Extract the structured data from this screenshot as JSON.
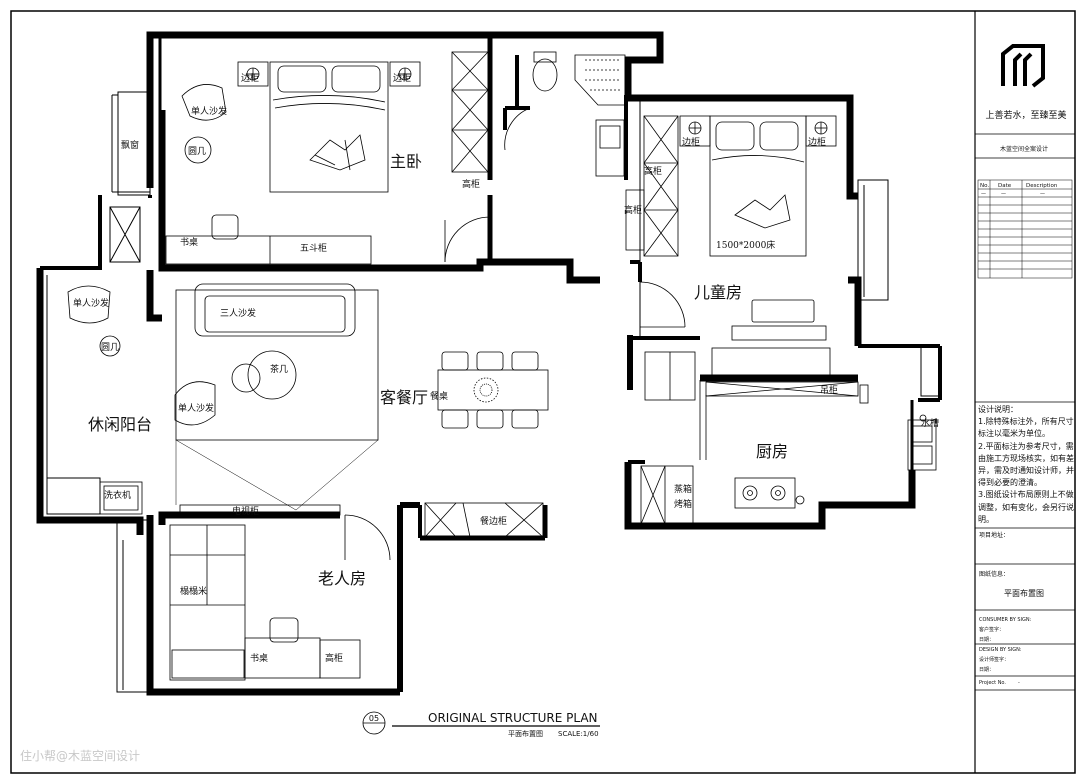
{
  "title_block": {
    "slogan": "上善若水，至臻至美",
    "company": "木蓝空间全案设计",
    "rev_headers": [
      "No.",
      "Date",
      "Description"
    ],
    "rev_row": [
      "—",
      "—",
      "—"
    ],
    "notes_title": "设计说明：",
    "notes": [
      "1.除特殊标注外，所有尺寸标注以毫米为单位。",
      "2.平面标注为参考尺寸，需由施工方现场核实，如有差异，需及时通知设计师，并得到必要的澄清。",
      "3.图纸设计布局原则上不做调整，如有变化，会另行说明。"
    ],
    "project_address_label": "项目地址：",
    "drawing_info_label": "图纸信息：",
    "drawing_name": "平面布置图",
    "consumer_sign": "CONSUMER BY SIGN:",
    "consumer_name_label": "客户签字：",
    "date_label": "日期：",
    "design_sign": "DESIGN BY SIGN:",
    "designer_label": "设计师签字：",
    "date_label_2": "日期：",
    "project_no_label": "Project No.",
    "project_no_value": "-"
  },
  "plan_title": {
    "number": "05",
    "main": "ORIGINAL STRUCTURE PLAN",
    "sub_name": "平面布置图",
    "scale": "SCALE:1/60"
  },
  "watermark": "住小帮@木蓝空间设计",
  "rooms": {
    "master": "主卧",
    "kids": "儿童房",
    "living": "客餐厅",
    "balcony": "休闲阳台",
    "kitchen": "厨房",
    "elder": "老人房"
  },
  "furniture": {
    "bay_window": "飘窗",
    "armchair_master": "单人沙发",
    "side_table_master": "圆几",
    "nightstand_l": "边柜",
    "nightstand_r": "边柜",
    "tall_cabinet_master": "高柜",
    "desk_master": "书桌",
    "chest": "五斗柜",
    "armchair_balcony_top": "单人沙发",
    "side_table_balcony": "圆几",
    "armchair_balcony_bottom": "单人沙发",
    "washer": "洗衣机",
    "sofa": "三人沙发",
    "coffee_table": "茶几",
    "dining_table": "餐桌",
    "tv_cabinet": "电视柜",
    "sideboard": "餐边柜",
    "tatami": "榻榻米",
    "desk_elder": "书桌",
    "tall_cabinet_elder": "高柜",
    "kids_nightstand_l": "边柜",
    "kids_nightstand_r": "边柜",
    "kids_tall_1": "高柜",
    "kids_tall_2": "高柜",
    "kids_bed": "1500*2000床",
    "wall_cabinet": "吊柜",
    "sink": "水槽",
    "steamer": "蒸箱",
    "oven": "烤箱"
  }
}
